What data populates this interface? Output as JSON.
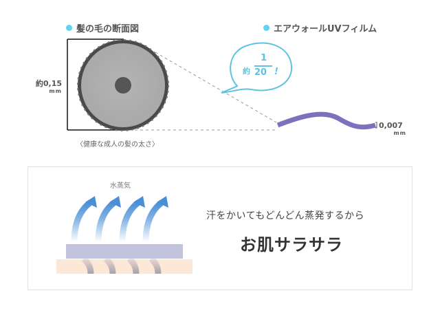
{
  "hair_section": {
    "title": "髪の毛の断面図",
    "diameter_value": "約0,15",
    "diameter_unit": "mm",
    "caption": "〈健康な成人の髪の太さ〉"
  },
  "film_section": {
    "title": "エアウォールUVフィルム",
    "thickness_value": "0,007",
    "thickness_unit": "mm"
  },
  "bubble": {
    "prefix": "約",
    "numerator": "1",
    "denominator": "20",
    "suffix": "!"
  },
  "steam_panel": {
    "steam_label": "水蒸気",
    "tagline": "汗をかいてもどんどん蒸発するから",
    "headline": "お肌サラサラ"
  },
  "colors": {
    "bullet": "#5fd3f3",
    "bubble": "#5ec3e0",
    "film": "#7b72bb",
    "arrow": "#4a8fd6",
    "film_layer": "#c2c3dc",
    "skin_layer": "#fde8d8"
  }
}
